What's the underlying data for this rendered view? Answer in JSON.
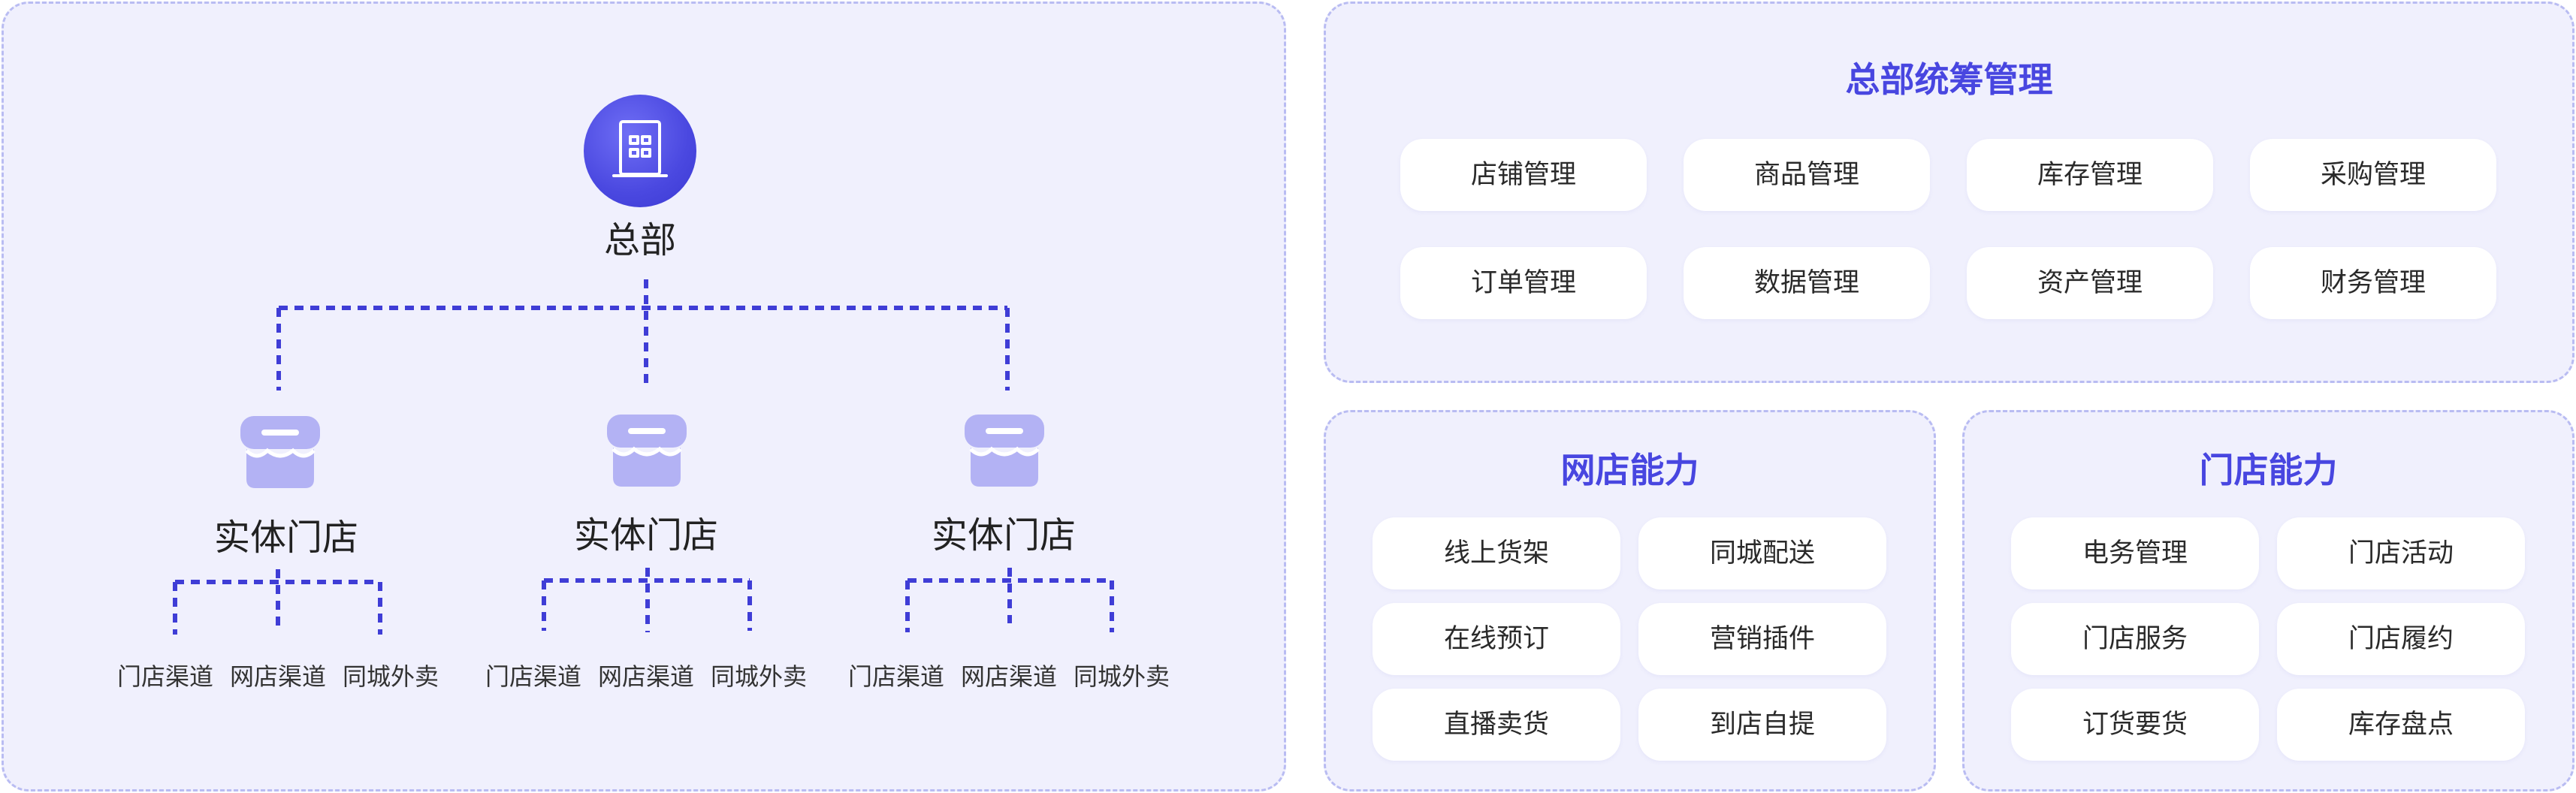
{
  "hq": {
    "label": "总部",
    "icon": "building-icon"
  },
  "stores": [
    {
      "label": "实体门店",
      "icon": "storefront-icon",
      "channels": [
        "门店渠道",
        "网店渠道",
        "同城外卖"
      ]
    },
    {
      "label": "实体门店",
      "icon": "storefront-icon",
      "channels": [
        "门店渠道",
        "网店渠道",
        "同城外卖"
      ]
    },
    {
      "label": "实体门店",
      "icon": "storefront-icon",
      "channels": [
        "门店渠道",
        "网店渠道",
        "同城外卖"
      ]
    }
  ],
  "hq_management": {
    "title": "总部统筹管理",
    "items": [
      "店铺管理",
      "商品管理",
      "库存管理",
      "采购管理",
      "订单管理",
      "数据管理",
      "资产管理",
      "财务管理"
    ]
  },
  "online_capability": {
    "title": "网店能力",
    "items": [
      "线上货架",
      "同城配送",
      "在线预订",
      "营销插件",
      "直播卖货",
      "到店自提"
    ]
  },
  "store_capability": {
    "title": "门店能力",
    "items": [
      "电务管理",
      "门店活动",
      "门店服务",
      "门店履约",
      "订货要货",
      "库存盘点"
    ]
  },
  "colors": {
    "accent": "#4846e0",
    "connector": "#3f3dd6",
    "store_icon": "#b3b2f4",
    "panel_bg": "#f0f0fd",
    "panel_border": "#b9bcf2"
  }
}
